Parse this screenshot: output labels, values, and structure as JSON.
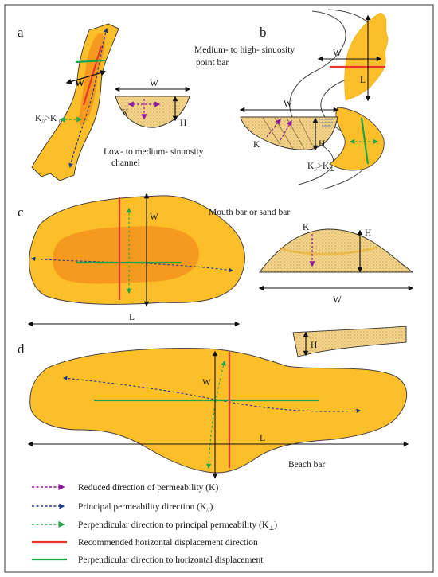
{
  "panels": {
    "a": {
      "letter": "a",
      "caption_line1": "Low- to medium- sinuosity",
      "caption_line2": "channel",
      "label_w_bold": "W",
      "section_w": "W",
      "section_k": "K",
      "section_h": "H",
      "anisotropy": "K",
      "anisotropy_sub1": "//",
      "anisotropy_mid": ">K",
      "anisotropy_sub2": "⊥"
    },
    "b": {
      "letter": "b",
      "caption_line1": "Medium- to high- sinuosity",
      "caption_line2": "point bar",
      "plan_w": "W",
      "plan_l": "L",
      "section_w": "W",
      "section_k": "K",
      "section_h": "H",
      "anisotropy": "K",
      "anisotropy_sub1": "//",
      "anisotropy_mid": ">K",
      "anisotropy_sub2": "⊥"
    },
    "c": {
      "letter": "c",
      "caption": "Mouth bar or  sand bar",
      "plan_w": "W",
      "plan_l": "L",
      "section_k": "K",
      "section_h": "H",
      "section_w": "W"
    },
    "d": {
      "letter": "d",
      "caption": "Beach bar",
      "plan_w": "W",
      "plan_l": "L",
      "section_h": "H"
    }
  },
  "legend": {
    "items": [
      {
        "text": "Reduced direction of permeability (K)",
        "style": "dashed-arrow",
        "color": "#8b1a9c"
      },
      {
        "text": "Principal permeability direction (K",
        "sub": "//",
        "tail": ")",
        "style": "dashed-arrow",
        "color": "#1f3a8a"
      },
      {
        "text": "Perpendicular direction to principal permeability (K",
        "sub": "⊥",
        "tail": ")",
        "style": "dashed-arrow",
        "color": "#27a84a"
      },
      {
        "text": "Recommended horizontal displacement direction",
        "style": "solid",
        "color": "#e8362a"
      },
      {
        "text": "Perpendicular direction to horizontal displacement",
        "style": "solid",
        "color": "#1aa64b"
      }
    ]
  },
  "colors": {
    "sand": "#fcbf2a",
    "sand_dark": "#f59a1f",
    "sand_stipple": "#f6d27a",
    "red": "#e8362a",
    "green": "#1aa64b",
    "purple": "#8b1a9c",
    "navy": "#1f3a8a",
    "dash_green": "#27a84a"
  }
}
